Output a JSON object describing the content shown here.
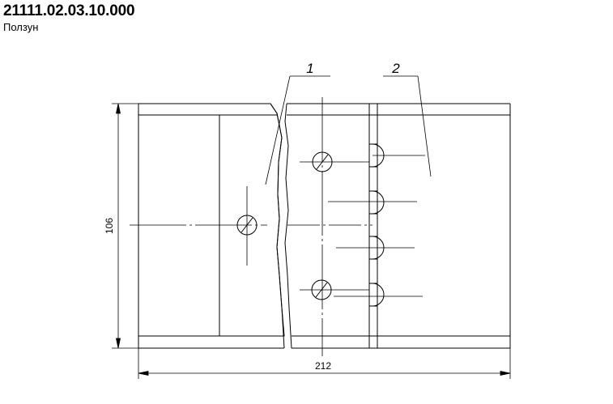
{
  "title": {
    "part_number": "21111.02.03.10.000",
    "part_name": "Ползун"
  },
  "dimensions": {
    "height_label": "106",
    "width_label": "212"
  },
  "callouts": [
    {
      "label": "1"
    },
    {
      "label": "2"
    }
  ],
  "colors": {
    "line": "#000000",
    "background": "#ffffff"
  }
}
